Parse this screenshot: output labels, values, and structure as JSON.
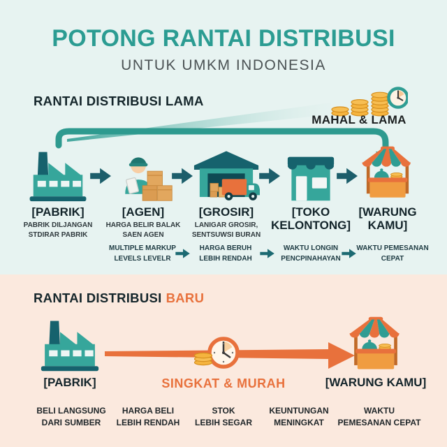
{
  "header": {
    "title": "POTONG RANTAI DISTRIBUSI",
    "subtitle": "UNTUK UMKM INDONESIA"
  },
  "old_chain": {
    "heading": "RANTAI DISTRIBUSI LAMA",
    "cost_label": "MAHAL & LAMA",
    "steps": [
      {
        "label": "[PABRIK]",
        "desc": "PABRIK DILJANGAN\nSTDIRAR PABRIK"
      },
      {
        "label": "[AGEN]",
        "desc": "HARGA BELIR BALAK\nSAEN AGEN"
      },
      {
        "label": "[GROSIR]",
        "desc": "LANIGAR GROSIR,\nSENTSUWSI BURAN"
      },
      {
        "label": "[TOKO\nKELONTONG]",
        "desc": ""
      },
      {
        "label": "[WARUNG\nKAMU]",
        "desc": ""
      }
    ],
    "effects": [
      "MULTIPLE MARKUP\nLEVELS LEVELR",
      "HARGA BERUH\nLEBIH RENDAH",
      "WAKTU LONGIN\nPENCPINAHAYAN",
      "WAKTU PEMESANAN\nCEPAT"
    ]
  },
  "new_chain": {
    "heading_prefix": "RANTAI DISTRIBUSI",
    "heading_highlight": "BARU",
    "flow_label": "SINGKAT & MURAH",
    "from_label": "[PABRIK]",
    "to_label": "[WARUNG KAMU]",
    "benefits": [
      "BELI LANGSUNG\nDARI SUMBER",
      "HARGA BELI\nLEBIH RENDAH",
      "STOK\nLEBIH SEGAR",
      "KEUNTUNGAN\nMENINGKAT",
      "WAKTU\nPEMESANAN CEPAT"
    ]
  },
  "colors": {
    "teal": "#2B9C92",
    "dark_teal": "#1C5E6B",
    "orange": "#E8713C",
    "gold": "#F5B43F",
    "mint_bg": "#E7F3F1",
    "peach_bg": "#FBE9DE"
  }
}
